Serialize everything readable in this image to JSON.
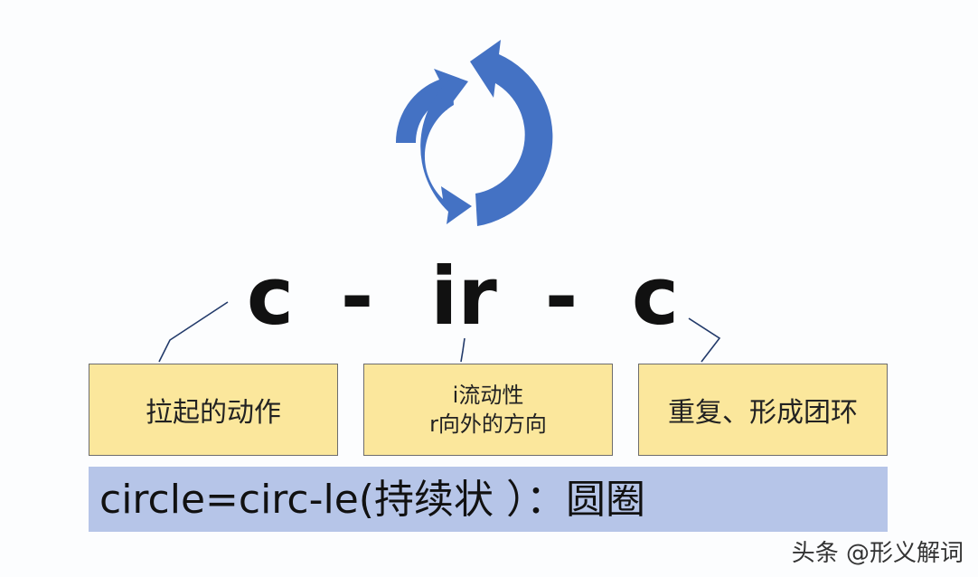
{
  "colors": {
    "arrow": "#4472c4",
    "box_fill": "#fbe79c",
    "bar_fill": "#b6c5e8"
  },
  "icon": "cycle-arrows-icon",
  "morphemes": {
    "c1": "c",
    "dash1": "-",
    "ir": "ir",
    "dash2": "-",
    "c2": "c"
  },
  "boxes": {
    "box1": {
      "text": "拉起的动作"
    },
    "box2": {
      "line1": "i流动性",
      "line2": "r向外的方向"
    },
    "box3": {
      "text": "重复、形成团环"
    }
  },
  "formula": "circle=circ-le(持续状 ）：圆圈",
  "watermark": "头条 @形义解词"
}
